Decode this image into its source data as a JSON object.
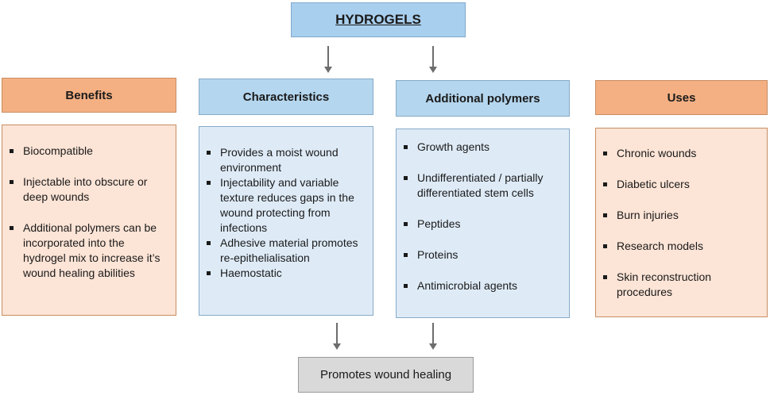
{
  "title": "HYDROGELS",
  "benefits": {
    "header": "Benefits",
    "items": [
      "Biocompatible",
      "Injectable into obscure or deep wounds",
      "Additional polymers can be incorporated into the hydrogel mix to increase it’s wound healing abilities"
    ]
  },
  "characteristics": {
    "header": "Characteristics",
    "items": [
      "Provides a moist wound environment",
      "Injectability and variable texture reduces gaps in the wound protecting from infections",
      "Adhesive material promotes re-epithelialisation",
      "Haemostatic"
    ]
  },
  "polymers": {
    "header": "Additional polymers",
    "items": [
      "Growth agents",
      "Undifferentiated / partially differentiated stem cells",
      "Peptides",
      "Proteins",
      "Antimicrobial agents"
    ]
  },
  "uses": {
    "header": "Uses",
    "items": [
      "Chronic wounds",
      "Diabetic ulcers",
      "Burn injuries",
      "Research models",
      "Skin reconstruction procedures"
    ]
  },
  "outcome": "Promotes wound healing",
  "colors": {
    "orange_header": "#f4b083",
    "orange_body": "#fce4d6",
    "blue_header": "#b4d6ee",
    "blue_body": "#deebf7",
    "outcome": "#d9d9d9",
    "arrow": "#6d6d6d"
  }
}
